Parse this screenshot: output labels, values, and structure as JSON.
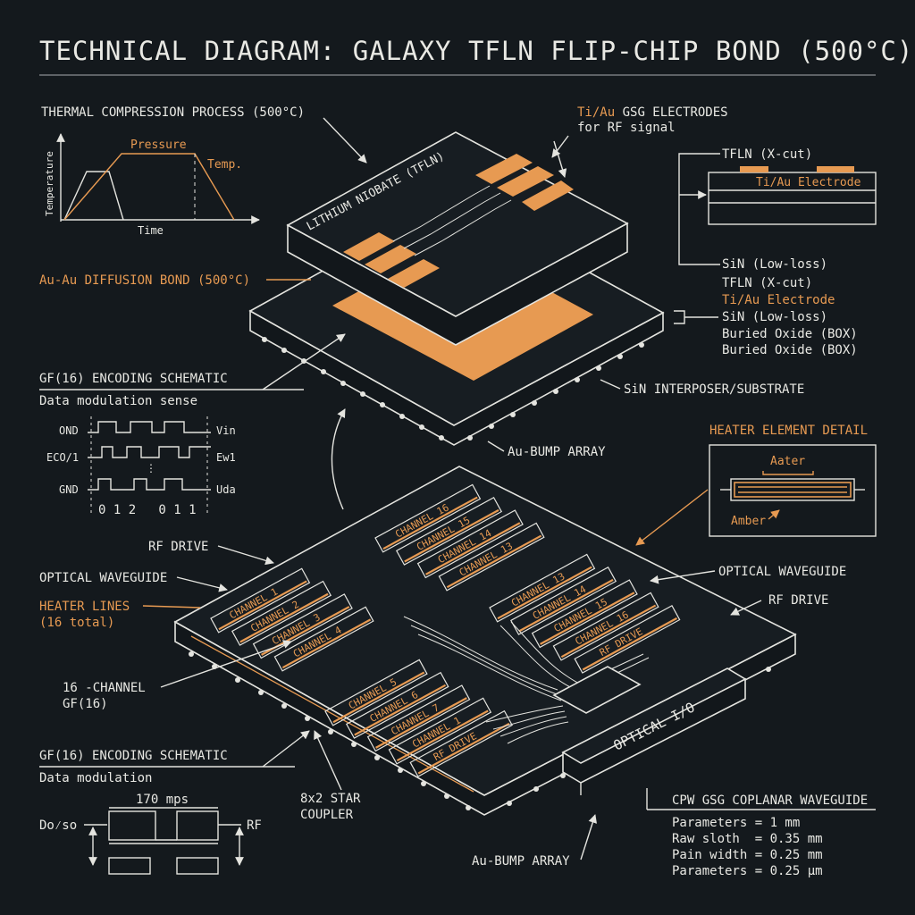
{
  "title": "TECHNICAL DIAGRAM: GALAXY TFLN FLIP-CHIP BOND (500°C)",
  "process": {
    "title": "THERMAL COMPRESSION PROCESS (500°C)",
    "pressure": "Pressure",
    "temp": "Temp.",
    "yaxis": "Temperature",
    "xaxis": "Time"
  },
  "electrodes": {
    "line1": "Ti/Au",
    "line1b": " GSG ELECTRODES",
    "line2": "for RF signal"
  },
  "top_chip_label": "LITHIUM NIOBATE (TFLN)",
  "stack": {
    "tfln": "TFLN (X-cut)",
    "electrode": "Ti/Au Electrode",
    "sin": "SiN (Low-loss)",
    "list": [
      "TFLN (X-cut)",
      "Ti/Au Electrode",
      "SiN (Low-loss)",
      "Buried Oxide (BOX)",
      "Buried Oxide (BOX)"
    ]
  },
  "bond": "Au-Au DIFFUSION BOND (500°C)",
  "interposer": "SiN INTERPOSER/SUBSTRATE",
  "bump_top": "Au-BUMP ARRAY",
  "gf_top": {
    "title": "GF(16) ENCODING SCHEMATIC",
    "sub": "Data modulation sense",
    "left": [
      "OND",
      "ECO/1",
      "GND"
    ],
    "right": [
      "Vin",
      "Ew1",
      "Uda"
    ],
    "bits": "0 1 2   0 1 1"
  },
  "heater_detail": {
    "title": "HEATER ELEMENT DETAIL",
    "top": "Aater",
    "bottom": "Amber"
  },
  "labels": {
    "rf_drive_left": "RF DRIVE",
    "waveguide_left": "OPTICAL WAVEGUIDE",
    "heater_lines": "HEATER LINES",
    "heater_total": "(16 total)",
    "ch16_a": "16 -CHANNEL",
    "ch16_b": "GF(16)",
    "waveguide_right": "OPTICAL WAVEGUIDE",
    "rf_drive_right": "RF DRIVE",
    "star_a": "8x2 STAR",
    "star_b": "COUPLER",
    "bump_bottom": "Au-BUMP ARRAY",
    "optical_io": "OPTICAL I/O"
  },
  "channels": {
    "left": [
      "CHANNEL 1",
      "CHANNEL 2",
      "CHANNEL 3",
      "CHANNEL 4"
    ],
    "mid": [
      "CHANNEL 5",
      "CHANNEL 6",
      "CHANNEL 7",
      "CHANNEL 1",
      "RF DRIVE"
    ],
    "top": [
      "CHANNEL 16",
      "CHANNEL 15",
      "CHANNEL 14",
      "CHANNEL 13"
    ],
    "right": [
      "CHANNEL 13",
      "CHANNEL 14",
      "CHANNEL 15",
      "CHANNEL 16",
      "RF DRIVE"
    ]
  },
  "gf_bottom": {
    "title": "GF(16) ENCODING SCHEMATIC",
    "sub": "Data modulation",
    "rate": "170 mps",
    "left": "Do⁄so",
    "right": "RF"
  },
  "cpw": {
    "title": "CPW GSG COPLANAR WAVEGUIDE",
    "params": [
      "Parameters = 1 mm",
      "Raw sloth  = 0.35 mm",
      "Pain width = 0.25 mm",
      "Parameters = 0.25 μm"
    ]
  }
}
